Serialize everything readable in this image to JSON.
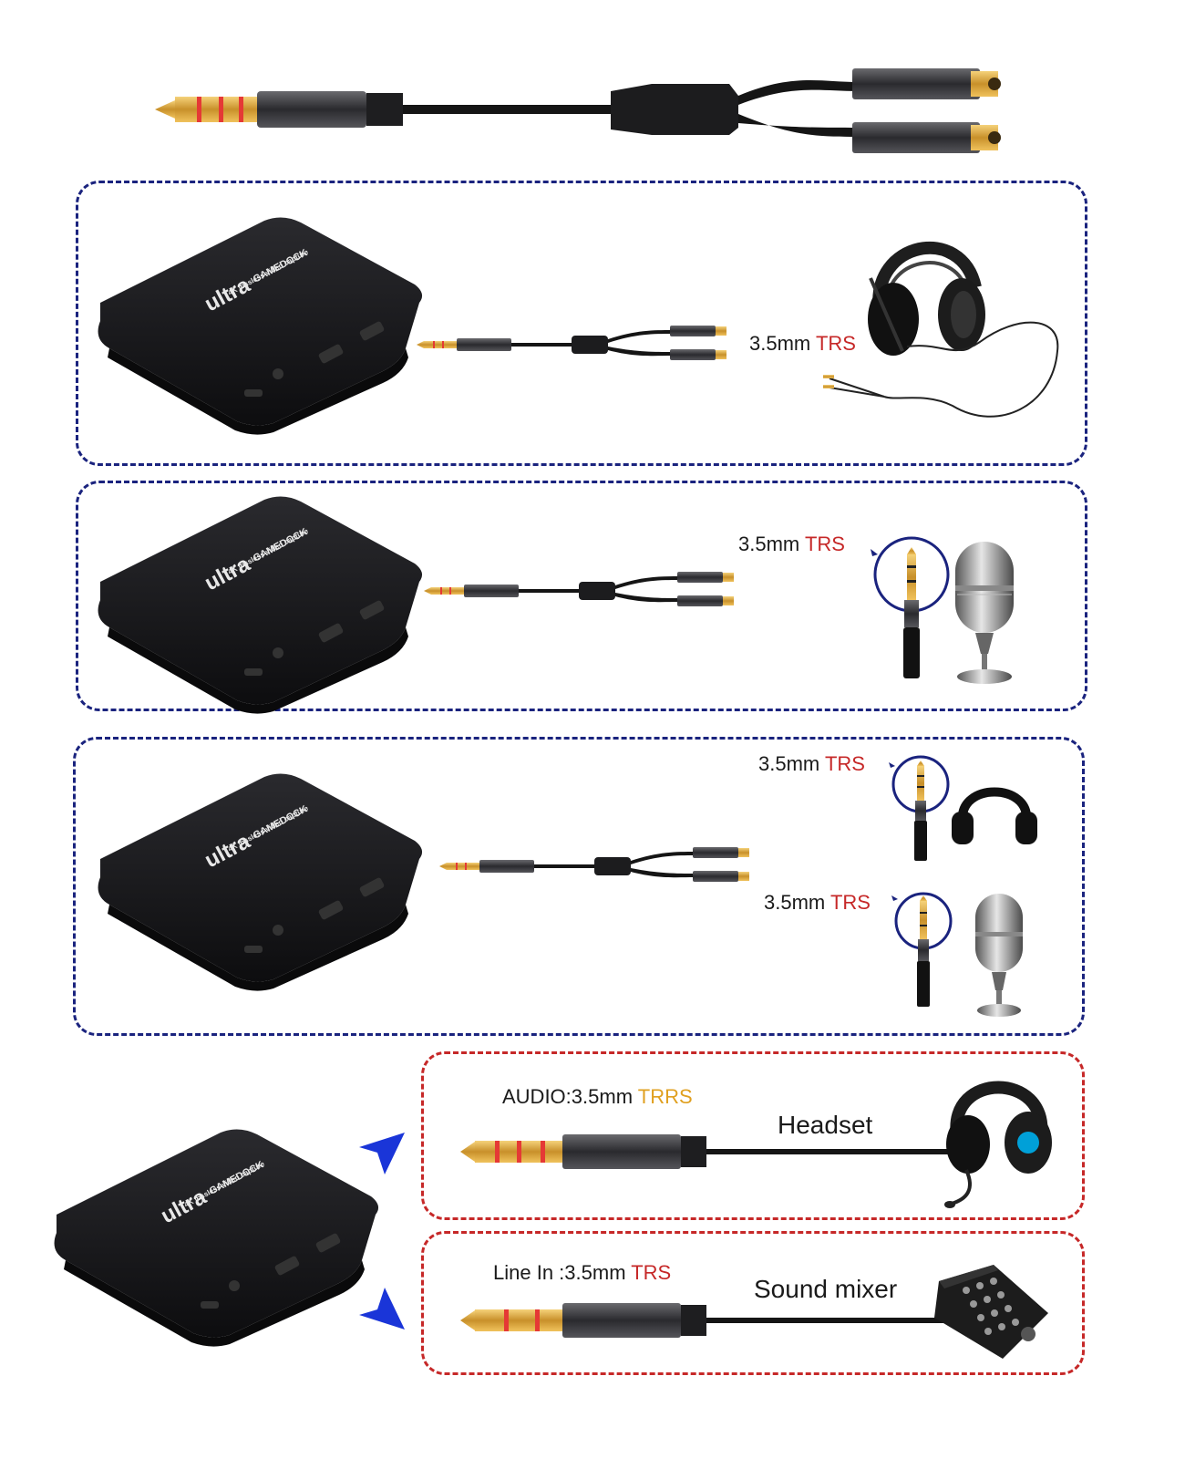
{
  "colors": {
    "blue_border": "#1a237e",
    "red_border": "#c62828",
    "trs_red": "#c62828",
    "trrs_gold": "#e0a020",
    "device_black": "#1b1b1d",
    "plug_gold": "#d9a43a"
  },
  "device": {
    "brand": "GAMEDOCK",
    "model": "ultra",
    "tagline": "4K lossless video capture"
  },
  "panel1": {
    "prefix": "3.5mm ",
    "highlight": "TRS"
  },
  "panel2": {
    "prefix": "3.5mm ",
    "highlight": "TRS"
  },
  "panel3": {
    "top": {
      "prefix": "3.5mm ",
      "highlight": "TRS"
    },
    "bottom": {
      "prefix": "3.5mm ",
      "highlight": "TRS"
    }
  },
  "panel4": {
    "audio": {
      "prefix": "AUDIO:3.5mm ",
      "highlight": "TRRS"
    },
    "audio_device": "Headset",
    "line": {
      "prefix": "Line In :3.5mm ",
      "highlight": "TRS"
    },
    "line_device": "Sound mixer"
  },
  "icons": [
    "splitter-cable-icon",
    "headset-icon",
    "microphone-icon",
    "headphones-icon",
    "sound-mixer-icon",
    "arrow-icon"
  ]
}
